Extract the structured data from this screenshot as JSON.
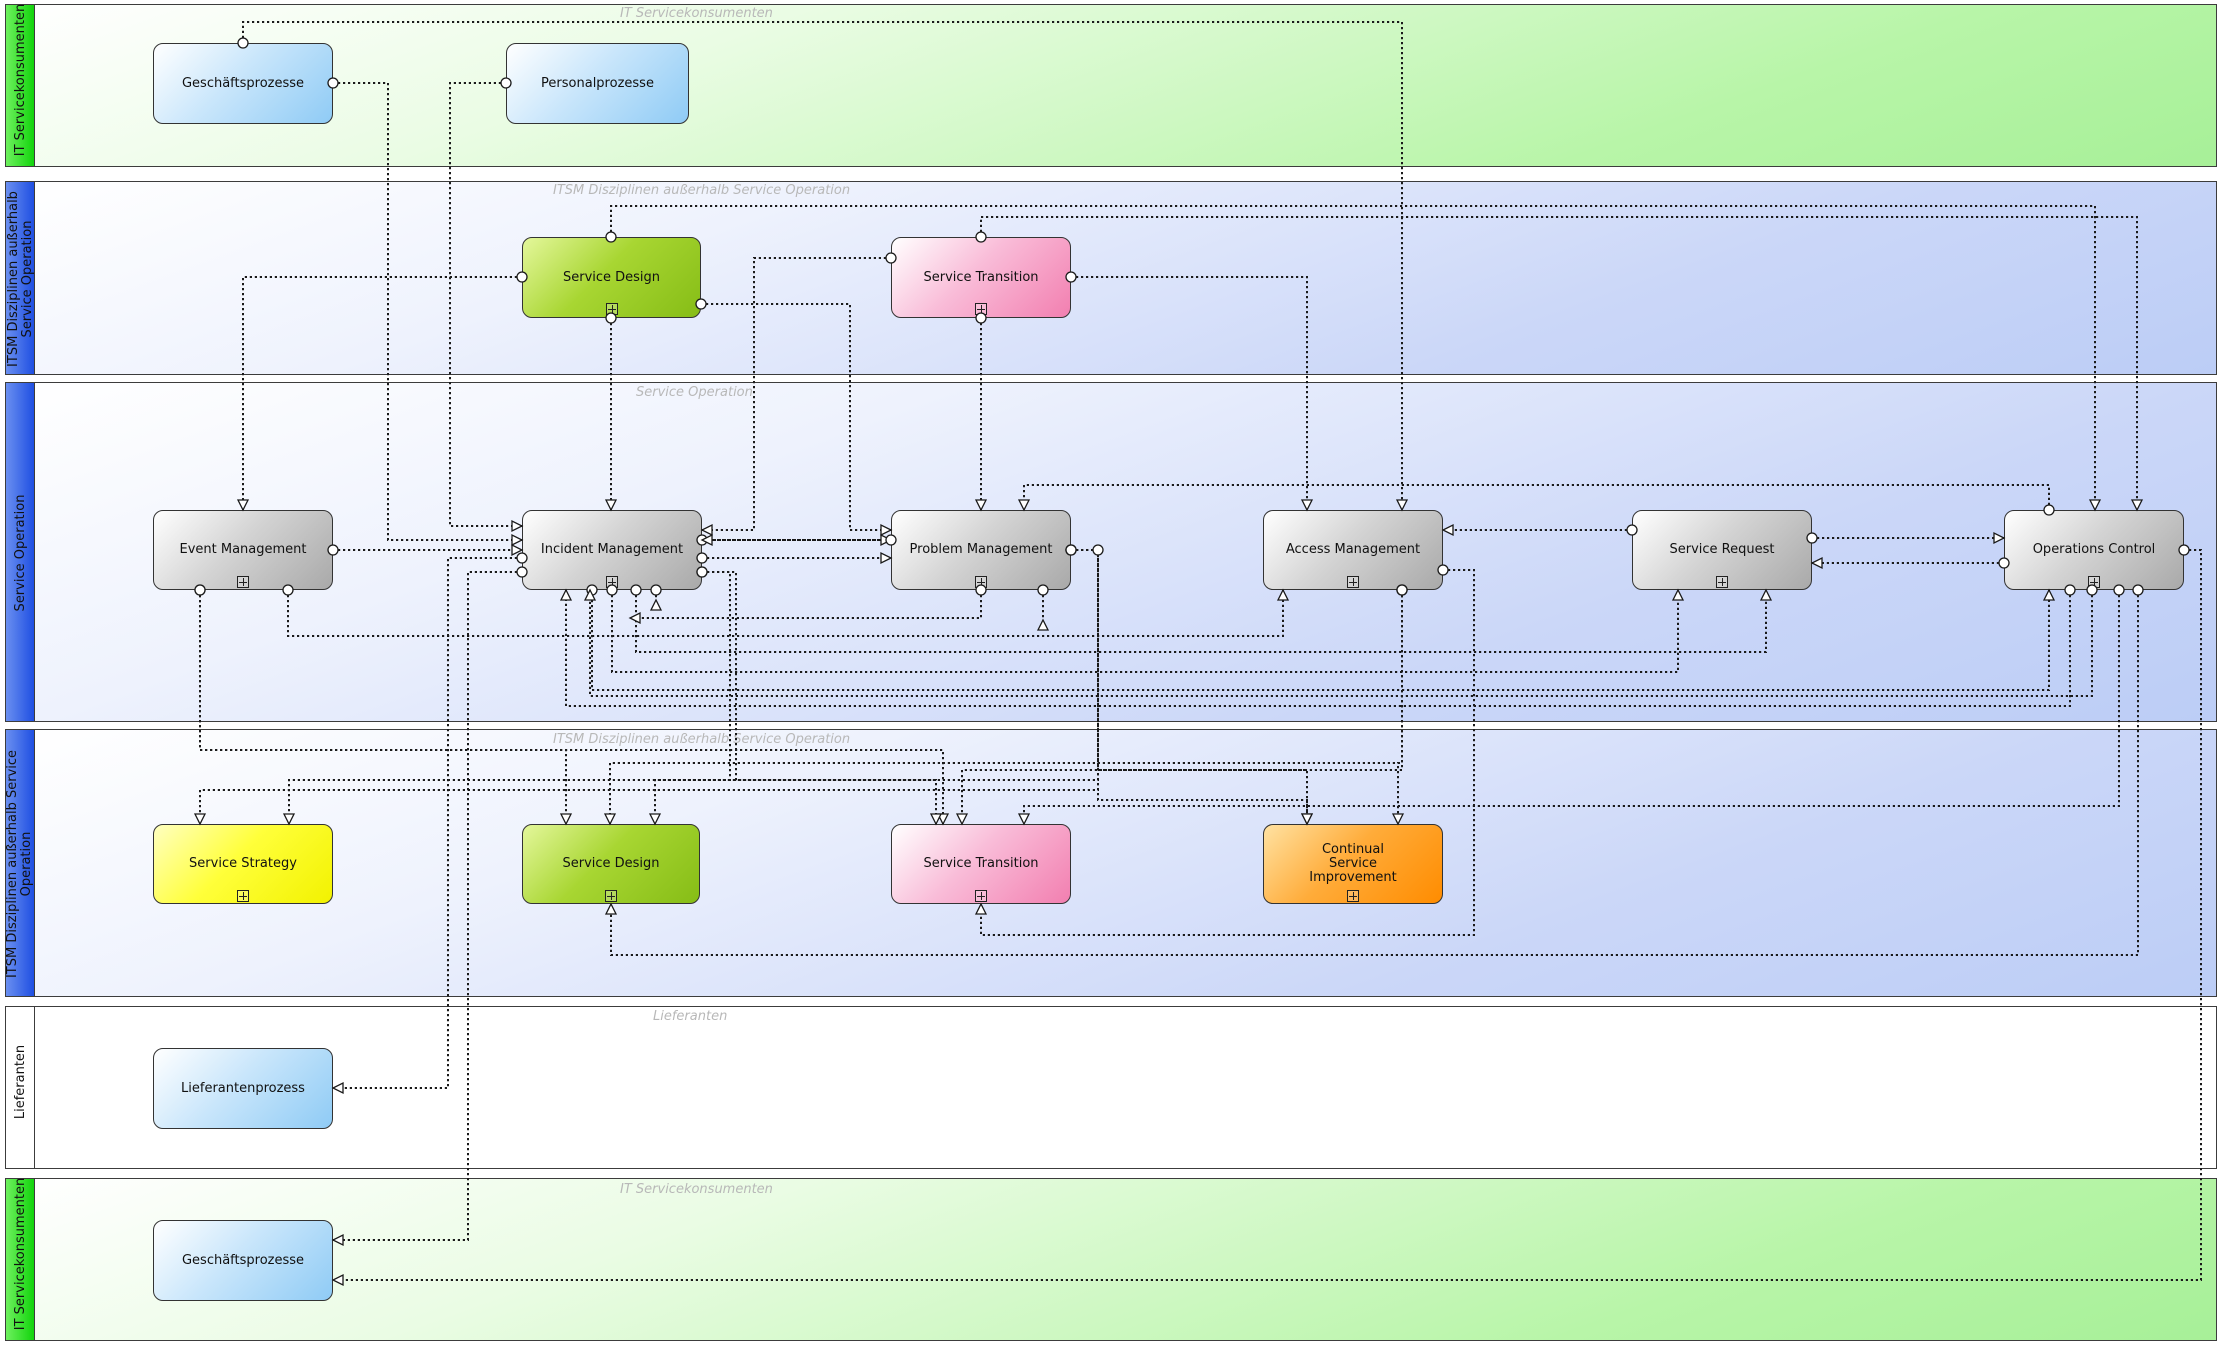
{
  "lanes": [
    {
      "label": "IT Servicekonsumenten",
      "watermark": "IT Servicekonsumenten"
    },
    {
      "label": "ITSM Disziplinen außerhalb\nService Operation",
      "watermark": "ITSM Disziplinen außerhalb Service Operation"
    },
    {
      "label": "Service Operation",
      "watermark": "Service Operation"
    },
    {
      "label": "ITSM Disziplinen außerhalb Service\nOperation",
      "watermark": "ITSM Disziplinen außerhalb Service Operation"
    },
    {
      "label": "Lieferanten",
      "watermark": "Lieferanten"
    },
    {
      "label": "IT Servicekonsumenten",
      "watermark": "IT Servicekonsumenten"
    }
  ],
  "processes": {
    "gp_top": "Geschäftsprozesse",
    "personal": "Personalprozesse",
    "sd_top": "Service Design",
    "st_top": "Service Transition",
    "event": "Event Management",
    "incident": "Incident Management",
    "problem": "Problem Management",
    "access": "Access Management",
    "request": "Service Request",
    "opctrl": "Operations Control",
    "strategy": "Service Strategy",
    "sd_bot": "Service Design",
    "st_bot": "Service Transition",
    "csi": "Continual Service Improvement",
    "lieferant": "Lieferantenprozess",
    "gp_bot": "Geschäftsprozesse"
  },
  "colors": {
    "lane_green": "#ccf5c0",
    "lane_blue": "#c9d5f7",
    "header_green": "#22e01a",
    "header_blue": "#2d5ee8",
    "connector": "#1a1a1a"
  },
  "icons": {
    "expand": "plus-box-icon",
    "flow_start": "circle-port-icon",
    "flow_end": "hollow-arrowhead-icon"
  }
}
